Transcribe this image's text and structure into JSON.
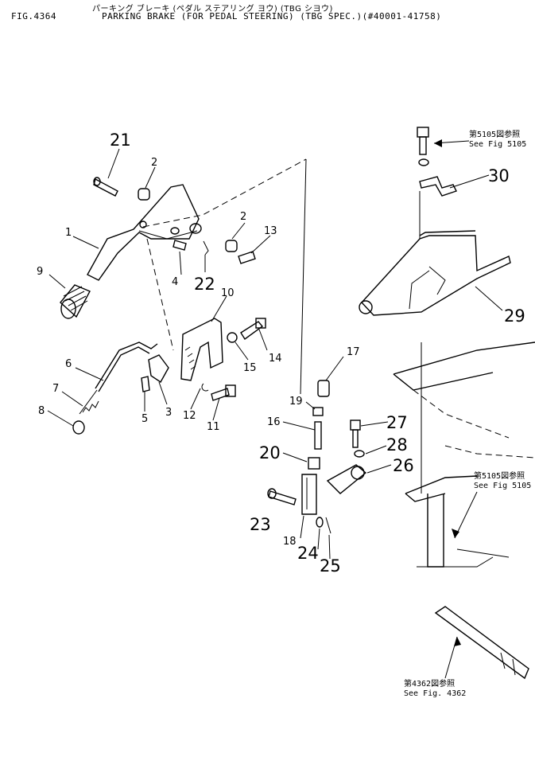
{
  "header": {
    "fig_no": "FIG.4364",
    "title_jp": "パーキング ブレーキ (ペダル ステアリング ヨウ) (TBG シヨウ)",
    "title_en": "PARKING BRAKE (FOR PEDAL STEERING) (TBG SPEC.)(#40001-41758)"
  },
  "callouts": {
    "c1": "1",
    "c2a": "2",
    "c2b": "2",
    "c3": "3",
    "c4": "4",
    "c5": "5",
    "c6": "6",
    "c7": "7",
    "c8": "8",
    "c9": "9",
    "c10": "10",
    "c11": "11",
    "c12": "12",
    "c13": "13",
    "c14": "14",
    "c15": "15",
    "c16": "16",
    "c17": "17",
    "c18": "18",
    "c19": "19",
    "c20": "20",
    "c21": "21",
    "c22": "22",
    "c23": "23",
    "c24": "24",
    "c25": "25",
    "c26": "26",
    "c27": "27",
    "c28": "28",
    "c29": "29",
    "c30": "30"
  },
  "references": {
    "ref_top_jp": "第5105図参照",
    "ref_top_en": "See Fig 5105",
    "ref_mid_jp": "第5105図参照",
    "ref_mid_en": "See Fig 5105",
    "ref_bot_jp": "第4362図参照",
    "ref_bot_en": "See Fig. 4362"
  }
}
